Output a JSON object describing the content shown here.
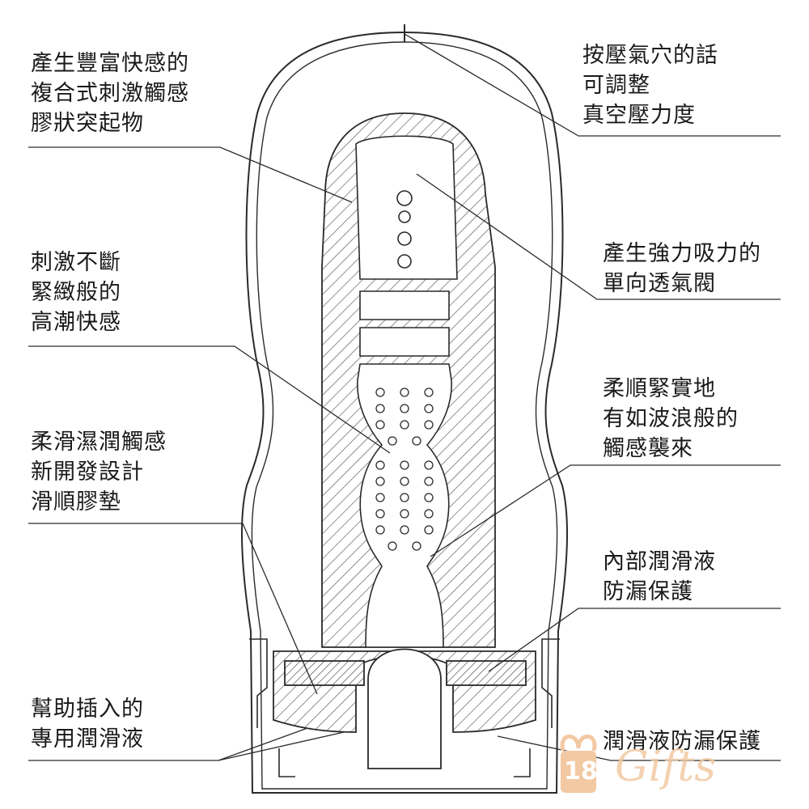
{
  "labels": {
    "left_1": [
      "產生豐富快感的",
      "複合式刺激觸感",
      "膠狀突起物"
    ],
    "left_2": [
      "刺激不斷",
      "緊緻般的",
      "高潮快感"
    ],
    "left_3": [
      "柔滑濕潤觸感",
      "新開發設計",
      "滑順膠墊"
    ],
    "left_4": [
      "幫助插入的",
      "專用潤滑液"
    ],
    "right_1": [
      "按壓氣穴的話",
      "可調整",
      "真空壓力度"
    ],
    "right_2": [
      "產生強力吸力的",
      "單向透氣閥"
    ],
    "right_3": [
      "柔順緊實地",
      "有如波浪般的",
      "觸感襲來"
    ],
    "right_4": [
      "內部潤滑液",
      "防漏保護"
    ],
    "right_5": [
      "潤滑液防漏保護"
    ]
  },
  "watermark": {
    "number": "18",
    "text": "Gifts",
    "color": "#f2c9a3"
  },
  "colors": {
    "line": "#2a2a2a",
    "hatch": "#555555",
    "background": "#ffffff"
  }
}
